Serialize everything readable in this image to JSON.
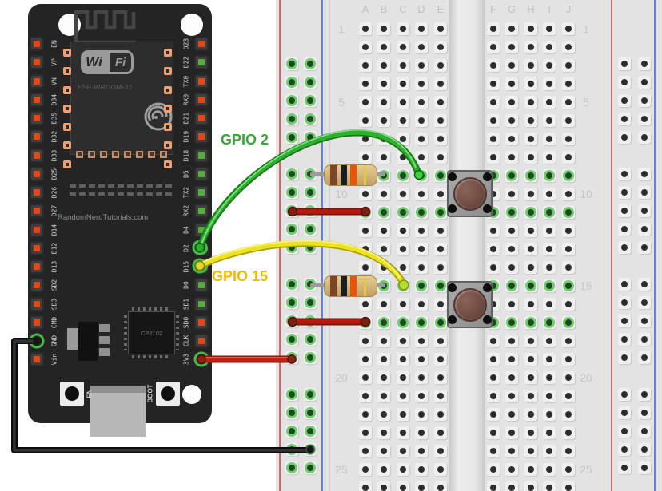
{
  "gpio_labels": {
    "gpio2": "GPIO 2",
    "gpio15": "GPIO 15",
    "gpio2_color": "#3aa33a",
    "gpio15_color": "#f3b800"
  },
  "esp32": {
    "wifi_logo": {
      "wi": "Wi",
      "fi": "Fi"
    },
    "module_name": "ESP-WROOM-32",
    "watermark": "RandomNerdTutorials.com",
    "usb_chip": "CP2102",
    "en_label": "EN",
    "boot_label": "BOOT",
    "left_pins": [
      {
        "label": "EN",
        "indicator": "red"
      },
      {
        "label": "VP",
        "indicator": "red"
      },
      {
        "label": "VN",
        "indicator": "red"
      },
      {
        "label": "D34",
        "indicator": "red"
      },
      {
        "label": "D35",
        "indicator": "red"
      },
      {
        "label": "D32",
        "indicator": "red"
      },
      {
        "label": "D33",
        "indicator": "red"
      },
      {
        "label": "D25",
        "indicator": "red"
      },
      {
        "label": "D26",
        "indicator": "red"
      },
      {
        "label": "D27",
        "indicator": "red"
      },
      {
        "label": "D14",
        "indicator": "red"
      },
      {
        "label": "D12",
        "indicator": "red"
      },
      {
        "label": "D13",
        "indicator": "red"
      },
      {
        "label": "SD2",
        "indicator": "red"
      },
      {
        "label": "SD3",
        "indicator": "red"
      },
      {
        "label": "CMD",
        "indicator": "red"
      },
      {
        "label": "GND",
        "indicator": "red",
        "connected": true
      },
      {
        "label": "Vin",
        "indicator": "red"
      }
    ],
    "right_pins": [
      {
        "label": "D23",
        "indicator": "red"
      },
      {
        "label": "D22",
        "indicator": "green"
      },
      {
        "label": "TX0",
        "indicator": "red"
      },
      {
        "label": "RX0",
        "indicator": "red"
      },
      {
        "label": "D21",
        "indicator": "red"
      },
      {
        "label": "D19",
        "indicator": "red"
      },
      {
        "label": "D18",
        "indicator": "green"
      },
      {
        "label": "D5",
        "indicator": "green"
      },
      {
        "label": "TX2",
        "indicator": "green"
      },
      {
        "label": "RX2",
        "indicator": "green"
      },
      {
        "label": "D4",
        "indicator": "green"
      },
      {
        "label": "D2",
        "indicator": "green",
        "connected": true
      },
      {
        "label": "D15",
        "indicator": "green",
        "connected": true
      },
      {
        "label": "D0",
        "indicator": "green"
      },
      {
        "label": "SD1",
        "indicator": "green"
      },
      {
        "label": "SD0",
        "indicator": "red"
      },
      {
        "label": "CLK",
        "indicator": "red"
      },
      {
        "label": "3V3",
        "indicator": "red",
        "connected": true
      }
    ]
  },
  "breadboard": {
    "column_letters": [
      "A",
      "B",
      "C",
      "D",
      "E",
      "F",
      "G",
      "H",
      "I",
      "J"
    ],
    "row_labels": [
      "1",
      "5",
      "10",
      "15",
      "20",
      "25"
    ],
    "row_count": 26,
    "highlighted_rows": [
      9,
      11,
      15,
      17
    ]
  },
  "wires": [
    {
      "id": "gnd",
      "color": "black",
      "from": "ESP32 GND",
      "to": "left power rail - column"
    },
    {
      "id": "power",
      "color": "red",
      "from": "ESP32 3V3",
      "to": "left power rail + column"
    },
    {
      "id": "gpio2",
      "color": "green",
      "from": "ESP32 D2",
      "to": "breadboard D9",
      "label": "GPIO 2"
    },
    {
      "id": "gpio15",
      "color": "yellow",
      "from": "ESP32 D15",
      "to": "breadboard C15",
      "label": "GPIO 15"
    },
    {
      "id": "jumper-row11",
      "color": "red",
      "from": "rail + row 11",
      "to": "breadboard A11"
    },
    {
      "id": "jumper-row17",
      "color": "red",
      "from": "rail + row 17",
      "to": "breadboard A17"
    }
  ],
  "resistors": [
    {
      "bands": [
        "brown",
        "black",
        "orange",
        "gold"
      ],
      "from": "rail - row 9",
      "to": "breadboard B9"
    },
    {
      "bands": [
        "brown",
        "black",
        "orange",
        "gold"
      ],
      "from": "rail - row 15",
      "to": "breadboard B15"
    }
  ],
  "pushbuttons": [
    {
      "position": "rows 9-11 across center channel"
    },
    {
      "position": "rows 15-17 across center channel"
    }
  ]
}
